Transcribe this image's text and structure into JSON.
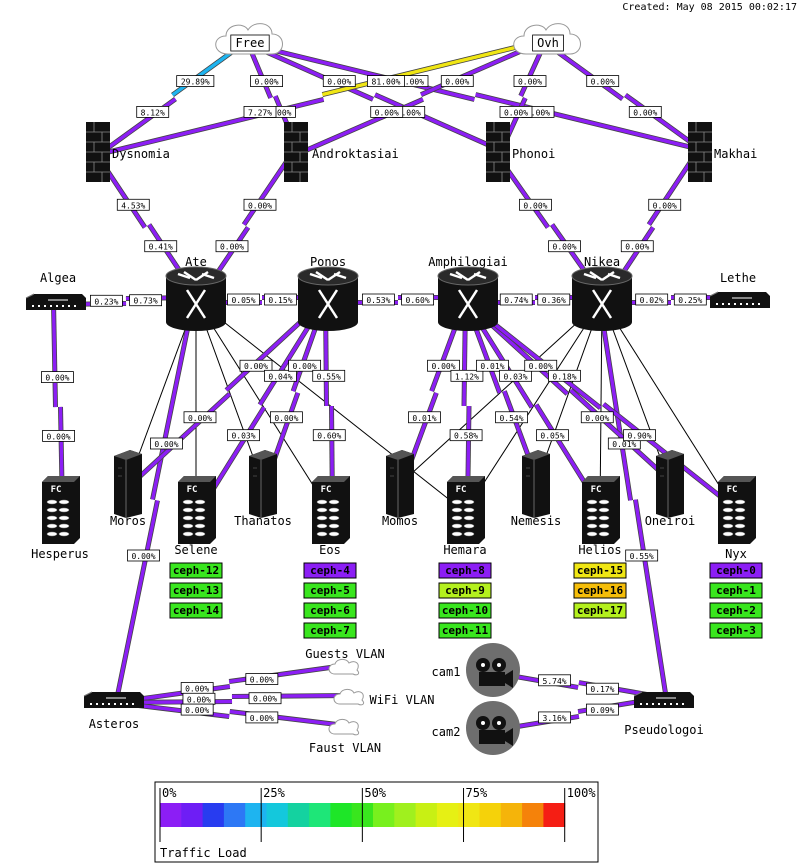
{
  "header": {
    "created": "Created: May 08 2015 00:02:17"
  },
  "colors": {
    "link_default": "#8c1ef5",
    "link_cyan": "#1eb4f0",
    "link_yellow": "#f0e614",
    "ceph_purple": "#8c1ef5",
    "ceph_green": "#39e61e",
    "ceph_lime": "#b4f01e",
    "ceph_yellow": "#f0e614",
    "ceph_orange": "#f5be0a"
  },
  "clouds": [
    {
      "id": "free",
      "label": "Free"
    },
    {
      "id": "ovh",
      "label": "Ovh"
    }
  ],
  "firewalls": [
    {
      "id": "dysnomia",
      "label": "Dysnomia"
    },
    {
      "id": "androktasiai",
      "label": "Androktasiai"
    },
    {
      "id": "phonoi",
      "label": "Phonoi"
    },
    {
      "id": "makhai",
      "label": "Makhai"
    }
  ],
  "routers": [
    {
      "id": "ate",
      "label": "Ate"
    },
    {
      "id": "ponos",
      "label": "Ponos"
    },
    {
      "id": "amphilogiai",
      "label": "Amphilogiai"
    },
    {
      "id": "nikea",
      "label": "Nikea"
    }
  ],
  "switches": [
    {
      "id": "algea",
      "label": "Algea"
    },
    {
      "id": "lethe",
      "label": "Lethe"
    },
    {
      "id": "asteros",
      "label": "Asteros"
    },
    {
      "id": "pseudologoi",
      "label": "Pseudologoi"
    }
  ],
  "servers": [
    {
      "id": "moros",
      "label": "Moros"
    },
    {
      "id": "thanatos",
      "label": "Thanatos"
    },
    {
      "id": "momos",
      "label": "Momos"
    },
    {
      "id": "nemesis",
      "label": "Nemesis"
    },
    {
      "id": "oneiroi",
      "label": "Oneiroi"
    }
  ],
  "storages": [
    {
      "id": "hesperus",
      "label": "Hesperus",
      "ceph": []
    },
    {
      "id": "selene",
      "label": "Selene",
      "ceph": [
        {
          "name": "ceph-12",
          "color": "#39e61e"
        },
        {
          "name": "ceph-13",
          "color": "#39e61e"
        },
        {
          "name": "ceph-14",
          "color": "#39e61e"
        }
      ]
    },
    {
      "id": "eos",
      "label": "Eos",
      "ceph": [
        {
          "name": "ceph-4",
          "color": "#8c1ef5"
        },
        {
          "name": "ceph-5",
          "color": "#39e61e"
        },
        {
          "name": "ceph-6",
          "color": "#39e61e"
        },
        {
          "name": "ceph-7",
          "color": "#39e61e"
        }
      ]
    },
    {
      "id": "hemara",
      "label": "Hemara",
      "ceph": [
        {
          "name": "ceph-8",
          "color": "#8c1ef5"
        },
        {
          "name": "ceph-9",
          "color": "#b4f01e"
        },
        {
          "name": "ceph-10",
          "color": "#39e61e"
        },
        {
          "name": "ceph-11",
          "color": "#39e61e"
        }
      ]
    },
    {
      "id": "helios",
      "label": "Helios",
      "ceph": [
        {
          "name": "ceph-15",
          "color": "#f0e614"
        },
        {
          "name": "ceph-16",
          "color": "#f5be0a"
        },
        {
          "name": "ceph-17",
          "color": "#b4f01e"
        }
      ]
    },
    {
      "id": "nyx",
      "label": "Nyx",
      "ceph": [
        {
          "name": "ceph-0",
          "color": "#8c1ef5"
        },
        {
          "name": "ceph-1",
          "color": "#39e61e"
        },
        {
          "name": "ceph-2",
          "color": "#39e61e"
        },
        {
          "name": "ceph-3",
          "color": "#39e61e"
        }
      ]
    }
  ],
  "fc_label": "FC",
  "vlans": [
    {
      "id": "guests",
      "label": "Guests VLAN"
    },
    {
      "id": "wifi",
      "label": "WiFi VLAN"
    },
    {
      "id": "faust",
      "label": "Faust VLAN"
    }
  ],
  "cameras": [
    {
      "id": "cam1",
      "label": "cam1"
    },
    {
      "id": "cam2",
      "label": "cam2"
    }
  ],
  "links": [
    {
      "from": "free",
      "to": "dysnomia",
      "color": "#1eb4f0",
      "a": "29.89%",
      "b": "8.12%"
    },
    {
      "from": "free",
      "to": "androktasiai",
      "color": "#8c1ef5",
      "a": "0.00%",
      "b": "0.00%"
    },
    {
      "from": "free",
      "to": "phonoi",
      "color": "#8c1ef5",
      "a": "0.00%",
      "b": "0.00%"
    },
    {
      "from": "free",
      "to": "makhai",
      "color": "#8c1ef5",
      "a": "0.00%",
      "b": "0.00%"
    },
    {
      "from": "ovh",
      "to": "dysnomia",
      "color": "#f0e614",
      "a": "81.00%",
      "b": "7.27%"
    },
    {
      "from": "ovh",
      "to": "androktasiai",
      "color": "#8c1ef5",
      "a": "0.00%",
      "b": "0.00%"
    },
    {
      "from": "ovh",
      "to": "phonoi",
      "color": "#8c1ef5",
      "a": "0.00%",
      "b": "0.00%"
    },
    {
      "from": "ovh",
      "to": "makhai",
      "color": "#8c1ef5",
      "a": "0.00%",
      "b": "0.00%"
    },
    {
      "from": "dysnomia",
      "to": "ate",
      "color": "#8c1ef5",
      "a": "4.53%",
      "b": "0.41%"
    },
    {
      "from": "androktasiai",
      "to": "ate",
      "color": "#8c1ef5",
      "a": "0.00%",
      "b": "0.00%"
    },
    {
      "from": "phonoi",
      "to": "nikea",
      "color": "#8c1ef5",
      "a": "0.00%",
      "b": "0.00%"
    },
    {
      "from": "makhai",
      "to": "nikea",
      "color": "#8c1ef5",
      "a": "0.00%",
      "b": "0.00%"
    },
    {
      "from": "algea",
      "to": "ate",
      "color": "#8c1ef5",
      "a": "0.23%",
      "b": "0.73%"
    },
    {
      "from": "ate",
      "to": "ponos",
      "color": "#8c1ef5",
      "a": "0.05%",
      "b": "0.15%"
    },
    {
      "from": "ponos",
      "to": "amphilogiai",
      "color": "#8c1ef5",
      "a": "0.53%",
      "b": "0.60%"
    },
    {
      "from": "amphilogiai",
      "to": "nikea",
      "color": "#8c1ef5",
      "a": "0.74%",
      "b": "0.36%"
    },
    {
      "from": "nikea",
      "to": "lethe",
      "color": "#8c1ef5",
      "a": "0.02%",
      "b": "0.25%"
    },
    {
      "from": "algea",
      "to": "hesperus",
      "color": "#8c1ef5",
      "a": "0.00%",
      "b": "0.00%"
    },
    {
      "from": "ate",
      "to": "asteros",
      "color": "#8c1ef5",
      "a": "0.00%",
      "b": "0.00%"
    },
    {
      "from": "nikea",
      "to": "pseudologoi",
      "color": "#8c1ef5",
      "a": "0.01%",
      "b": "0.55%"
    },
    {
      "from": "asteros",
      "to": "guests",
      "color": "#8c1ef5",
      "a": "0.00%",
      "b": "0.00%"
    },
    {
      "from": "asteros",
      "to": "wifi",
      "color": "#8c1ef5",
      "a": "0.00%",
      "b": "0.00%"
    },
    {
      "from": "asteros",
      "to": "faust",
      "color": "#8c1ef5",
      "a": "0.00%",
      "b": "0.00%"
    },
    {
      "from": "cam1",
      "to": "pseudologoi",
      "color": "#8c1ef5",
      "a": "5.74%",
      "b": "0.17%"
    },
    {
      "from": "cam2",
      "to": "pseudologoi",
      "color": "#8c1ef5",
      "a": "3.16%",
      "b": "0.09%"
    },
    {
      "from": "ponos",
      "to": "moros",
      "color": "#8c1ef5",
      "a": "0.00%",
      "b": "0.00%"
    },
    {
      "from": "ponos",
      "to": "selene",
      "color": "#8c1ef5",
      "a": "0.04%",
      "b": "0.03%"
    },
    {
      "from": "ponos",
      "to": "thanatos",
      "color": "#8c1ef5",
      "a": "0.00%",
      "b": "0.00%"
    },
    {
      "from": "ponos",
      "to": "eos",
      "color": "#8c1ef5",
      "a": "0.55%",
      "b": "0.60%"
    },
    {
      "from": "amphilogiai",
      "to": "momos",
      "color": "#8c1ef5",
      "a": "0.00%",
      "b": "0.01%"
    },
    {
      "from": "amphilogiai",
      "to": "hemara",
      "color": "#8c1ef5",
      "a": "1.12%",
      "b": "0.58%"
    },
    {
      "from": "amphilogiai",
      "to": "nemesis",
      "color": "#8c1ef5",
      "a": "0.01%",
      "b": "0.54%"
    },
    {
      "from": "amphilogiai",
      "to": "helios",
      "color": "#8c1ef5",
      "a": "0.03%",
      "b": "0.05%"
    },
    {
      "from": "amphilogiai",
      "to": "oneiroi",
      "color": "#8c1ef5",
      "a": "0.00%",
      "b": "0.00%"
    },
    {
      "from": "amphilogiai",
      "to": "nyx",
      "color": "#8c1ef5",
      "a": "0.18%",
      "b": "0.90%"
    }
  ],
  "thin_links": [
    [
      "ate",
      "moros"
    ],
    [
      "ate",
      "selene"
    ],
    [
      "ate",
      "thanatos"
    ],
    [
      "ate",
      "eos"
    ],
    [
      "ate",
      "hemara"
    ],
    [
      "nikea",
      "momos"
    ],
    [
      "nikea",
      "hemara"
    ],
    [
      "nikea",
      "nemesis"
    ],
    [
      "nikea",
      "helios"
    ],
    [
      "nikea",
      "oneiroi"
    ],
    [
      "nikea",
      "nyx"
    ]
  ],
  "legend": {
    "title": "Traffic Load",
    "ticks": [
      "0%",
      "25%",
      "50%",
      "75%",
      "100%"
    ],
    "swatches": [
      "#8c1ef5",
      "#6e1ef5",
      "#283cf0",
      "#2d78f5",
      "#1eb4f0",
      "#14c8dc",
      "#14d2a0",
      "#1ee678",
      "#1ee628",
      "#39e61e",
      "#78f01e",
      "#a0f01e",
      "#c8f014",
      "#e6f014",
      "#f0e614",
      "#f5d20a",
      "#f5b40a",
      "#f5820a",
      "#f51e14"
    ]
  }
}
